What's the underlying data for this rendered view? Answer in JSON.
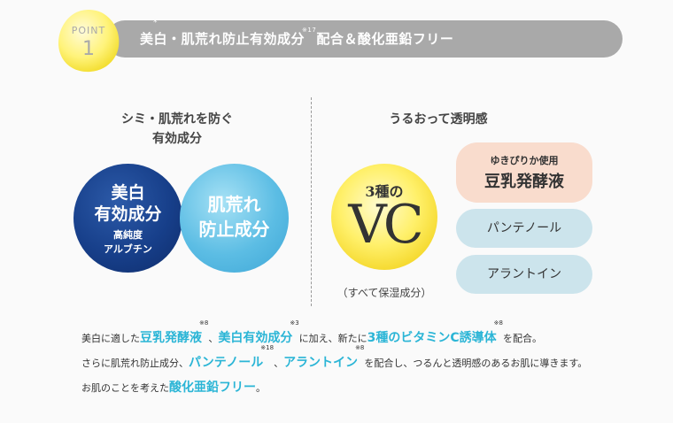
{
  "header": {
    "point_label": "POINT",
    "point_number": "1",
    "title_part1": "美白",
    "title_star": "*",
    "title_part2": "・肌荒れ防止有効成分",
    "title_note": "※17",
    "title_part3": "配合＆酸化亜鉛フリー"
  },
  "left_section": {
    "heading_line1": "シミ・肌荒れを防ぐ",
    "heading_line2": "有効成分",
    "circle_navy": {
      "line1": "美白",
      "line2": "有効成分",
      "line3": "高純度",
      "line4": "アルブチン"
    },
    "circle_sky": {
      "line1": "肌荒れ",
      "line2": "防止成分"
    }
  },
  "right_section": {
    "heading": "うるおって透明感",
    "vc_small": "3種の",
    "vc_big": "VC",
    "vc_caption": "（すべて保湿成分）",
    "pills": {
      "pink_small": "ゆきぴりか使用",
      "pink_big": "豆乳発酵液",
      "blue1": "パンテノール",
      "blue2": "アラントイン"
    }
  },
  "body": {
    "l1_a": "美白に適した",
    "l1_h1": "豆乳発酵液",
    "l1_n1": "※8",
    "l1_b": "、",
    "l1_h2": "美白有効成分",
    "l1_n2": "※3",
    "l1_c": "に加え、新たに",
    "l1_h3": "3種のビタミンC誘導体",
    "l1_n3": "※8",
    "l1_d": "を配合。",
    "l2_a": "さらに肌荒れ防止成分、",
    "l2_h1": "パンテノール",
    "l2_n1": "※18",
    "l2_b": "、",
    "l2_h2": "アラントイン",
    "l2_n2": "※8",
    "l2_c": "を配合し、つるんと透明感のあるお肌に導きます。",
    "l3_a": "お肌のことを考えた",
    "l3_h1": "酸化亜鉛フリー",
    "l3_b": "。"
  }
}
